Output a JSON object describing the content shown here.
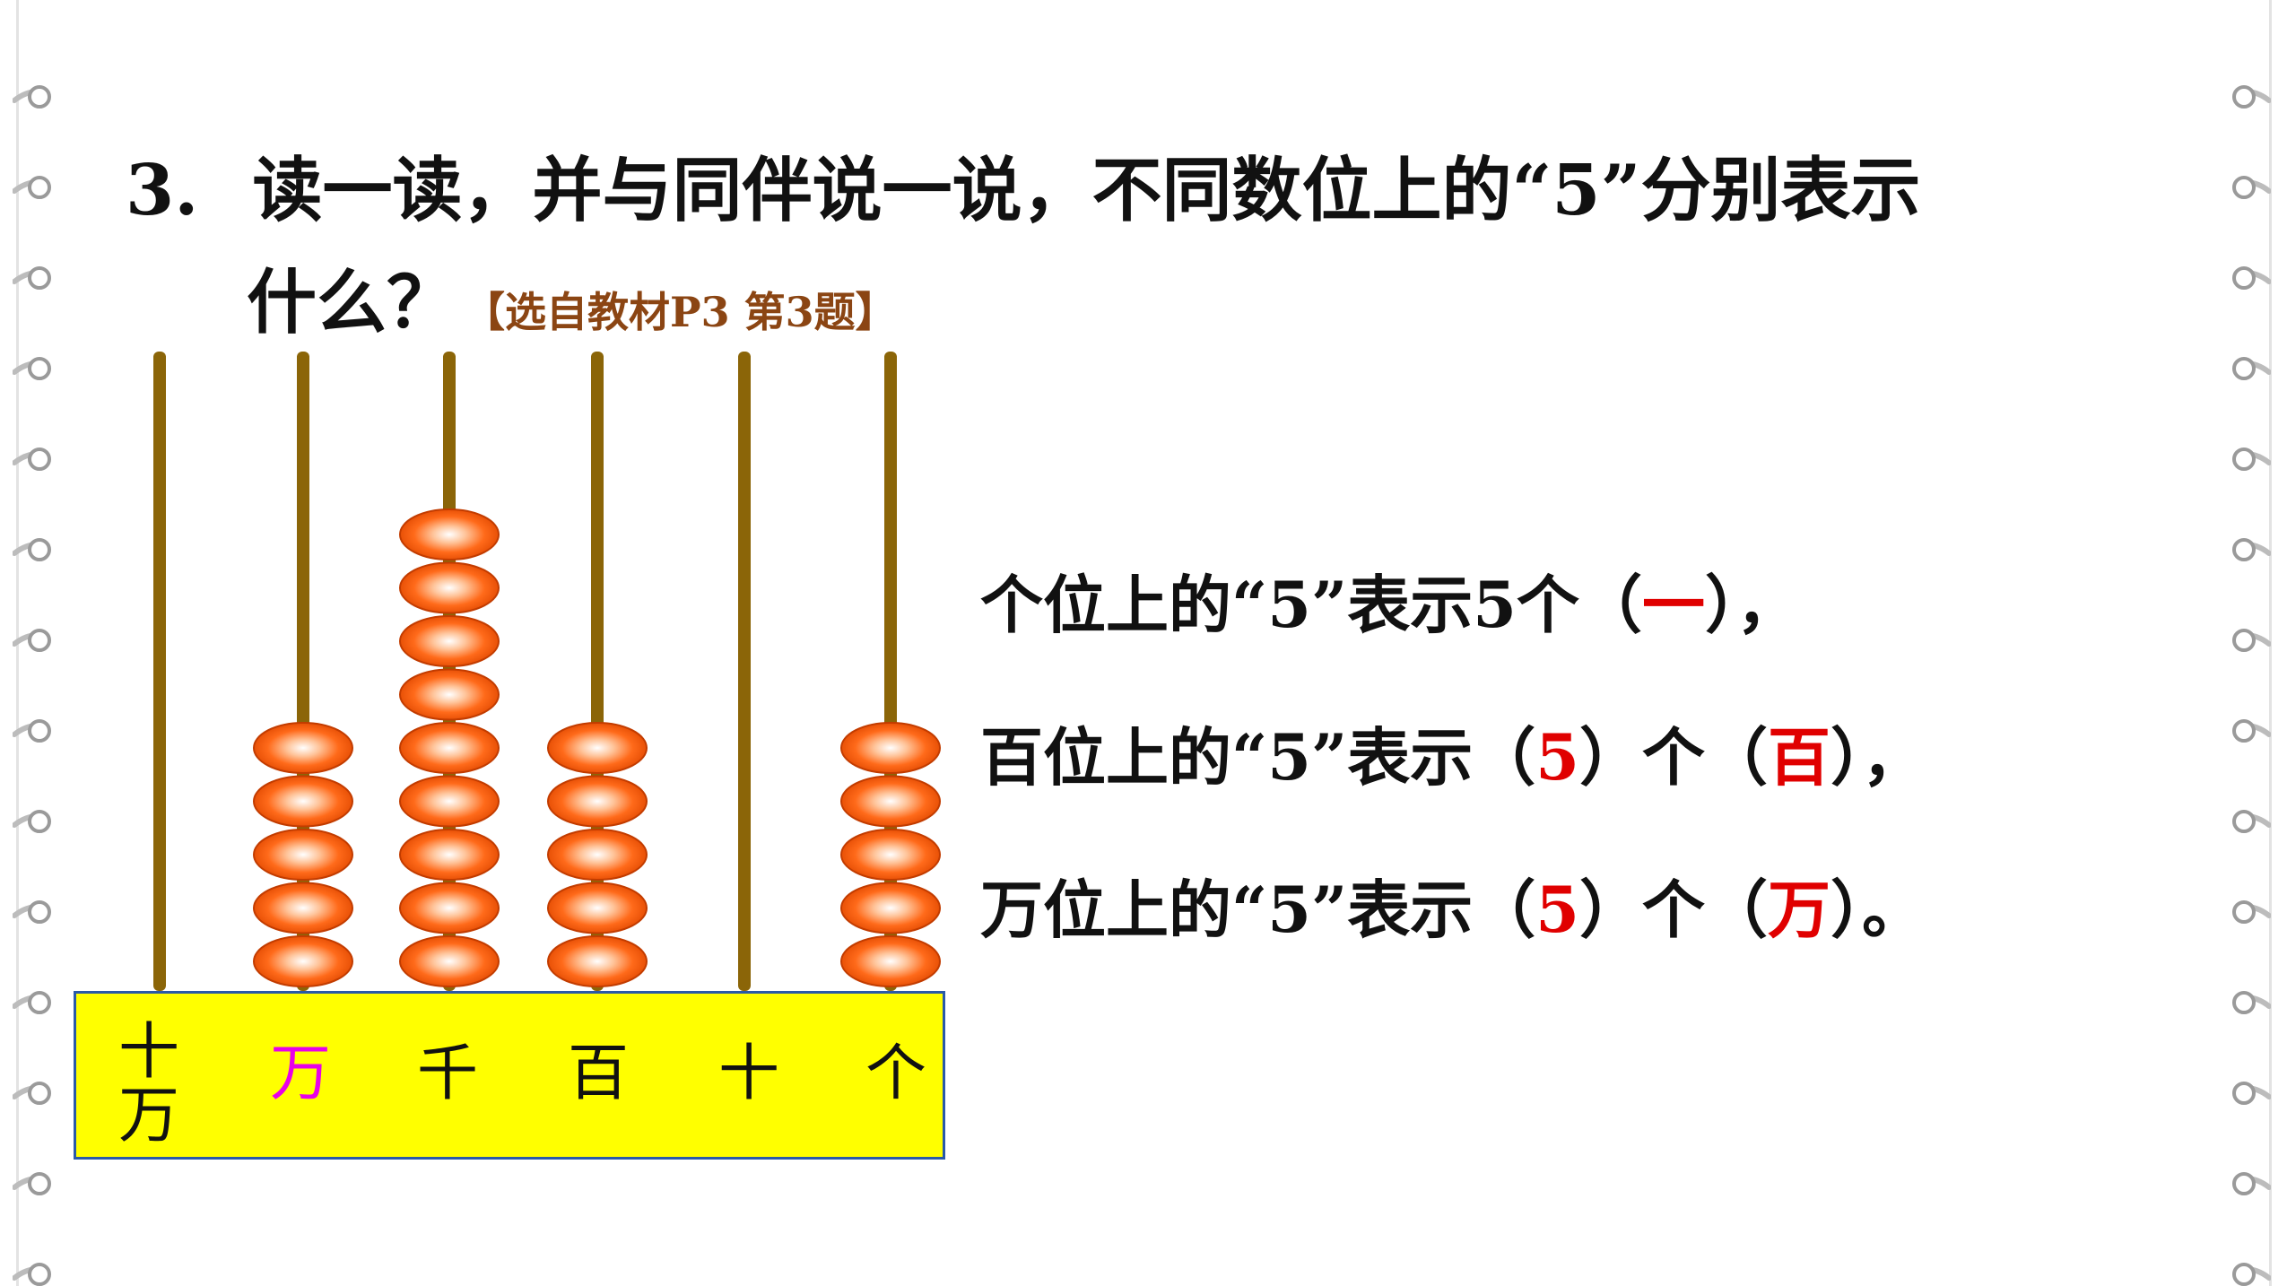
{
  "question": {
    "number": "3.",
    "line1": "读一读，并与同伴说一说，不同数位上的“5”分别表示",
    "line2": "什么？",
    "source": "【选自教材P3 第3题】"
  },
  "abacus": {
    "places": [
      "十万",
      "万",
      "千",
      "百",
      "十",
      "个"
    ],
    "highlighted_place": "万",
    "beads": [
      0,
      5,
      9,
      5,
      0,
      5
    ]
  },
  "answers": [
    {
      "prefix": "个位上的“5”表示5个（",
      "a1": "一",
      "suffix": "），"
    },
    {
      "prefix": "百位上的“5”表示（",
      "a1": "5",
      "middle": "）个（",
      "a2": "百",
      "suffix": "），"
    },
    {
      "prefix": "万位上的“5”表示（",
      "a1": "5",
      "middle": "）个（",
      "a2": "万",
      "suffix": "）。"
    }
  ],
  "colors": {
    "rod": "#8B6508",
    "bead": "#ff6a1a",
    "label_bg": "#ffff00",
    "answer": "#e00000",
    "highlight": "#e800e8",
    "source_tag": "#8B4513"
  }
}
